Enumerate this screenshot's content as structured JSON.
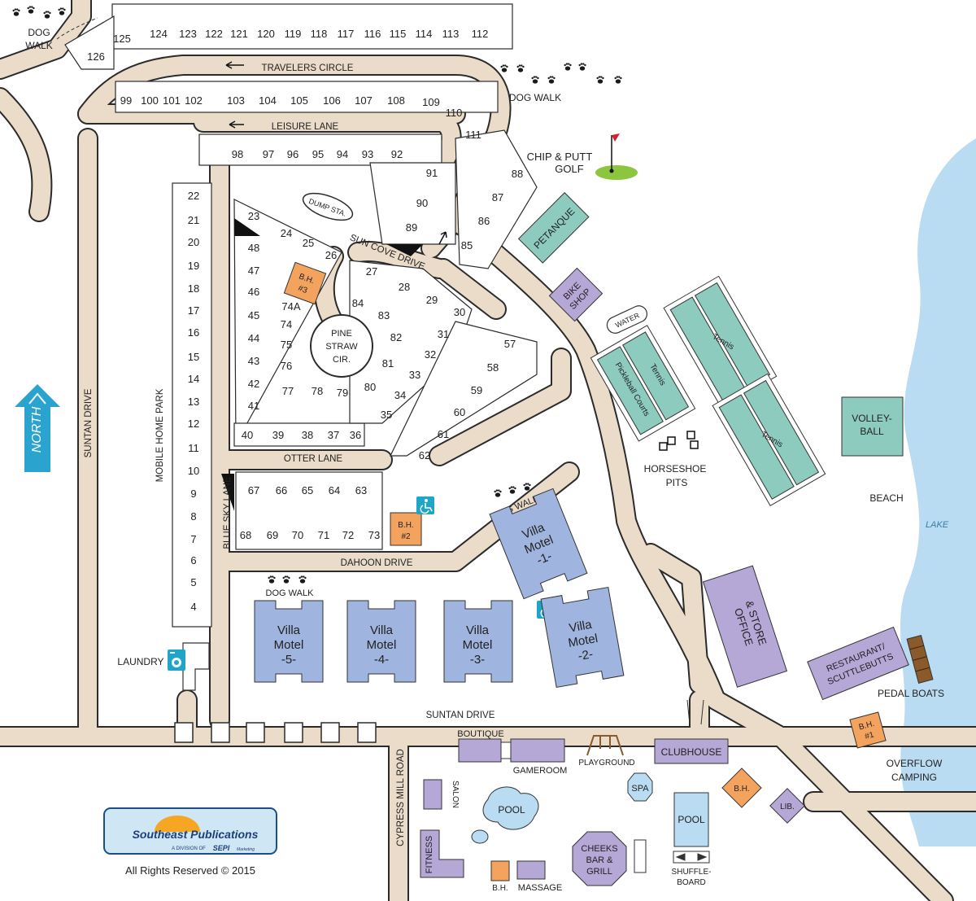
{
  "colors": {
    "road": "#eadcc9",
    "road_edge": "#2b2b2b",
    "lake": "#b9dcf2",
    "court": "#8ecbbf",
    "building_blue": "#9fb4de",
    "building_purple": "#b5a7d6",
    "bath_house": "#f3a35d",
    "putting_green": "#8cc63f",
    "flag": "#d6202b",
    "north_arrow": "#2aa3cf",
    "logo_box": "#cfe6f4",
    "logo_sun": "#f5a623",
    "accessible": "#1fa5c8"
  },
  "icons": {
    "north": "north-arrow-icon",
    "accessible": "wheelchair-icon",
    "laundry": "washing-machine-icon",
    "dog_walk": "paw-print-icon",
    "golf_flag": "golf-flag-icon",
    "playground": "swing-set-icon",
    "direction": "arrow-icon"
  },
  "streets": {
    "travelers_circle": "TRAVELERS CIRCLE",
    "leisure_lane": "LEISURE LANE",
    "sun_cove_drive": "SUN COVE DRIVE",
    "otter_lane": "OTTER LANE",
    "dahoon_drive": "DAHOON DRIVE",
    "suntan_drive_west": "SUNTAN DRIVE",
    "suntan_drive_south": "SUNTAN DRIVE",
    "blue_sky_lane": "BLUE SKY LANE",
    "cypress_mill_road": "CYPRESS MILL ROAD",
    "mobile_home_park": "MOBILE HOME PARK"
  },
  "north_label": "NORTH",
  "sites": {
    "top_row": [
      "125",
      "124",
      "123",
      "122",
      "121",
      "120",
      "119",
      "118",
      "117",
      "116",
      "115",
      "114",
      "113",
      "112"
    ],
    "site_126": "126",
    "travelers_inner": [
      "99",
      "100",
      "101",
      "102",
      "103",
      "104",
      "105",
      "106",
      "107",
      "108",
      "109",
      "110",
      "111"
    ],
    "leisure_row": [
      "98",
      "97",
      "96",
      "95",
      "94",
      "93",
      "92"
    ],
    "sun_cove_north": [
      "91",
      "90",
      "89"
    ],
    "east_column": [
      "88",
      "87",
      "86",
      "85"
    ],
    "mobile_home": [
      "22",
      "21",
      "20",
      "19",
      "18",
      "17",
      "16",
      "15",
      "14",
      "13",
      "12",
      "11",
      "10",
      "9",
      "8",
      "7",
      "6",
      "5",
      "4"
    ],
    "triangle_left": [
      "23",
      "48",
      "47",
      "46",
      "45",
      "44",
      "43",
      "42",
      "41"
    ],
    "triangle_bottom": [
      "40",
      "39",
      "38",
      "37",
      "36"
    ],
    "triangle_inner": [
      "24",
      "25",
      "26",
      "74A",
      "74",
      "75",
      "76",
      "77",
      "78",
      "79"
    ],
    "loop_inner": [
      "27",
      "28",
      "29",
      "30",
      "84",
      "83",
      "82",
      "81",
      "80",
      "31",
      "32",
      "33",
      "34",
      "35"
    ],
    "east_block": [
      "57",
      "58",
      "59",
      "60",
      "61",
      "62"
    ],
    "otter_top": [
      "67",
      "66",
      "65",
      "64",
      "63"
    ],
    "otter_bottom": [
      "68",
      "69",
      "70",
      "71",
      "72",
      "73"
    ]
  },
  "labels": {
    "dog_walk_nw_1": "DOG",
    "dog_walk_nw_2": "WALK",
    "dog_walk_ne": "DOG WALK",
    "dog_walk_villa1": "DOG WALK",
    "dog_walk_south": "DOG WALK",
    "dump_station": "DUMP STA.",
    "pine_straw_1": "PINE",
    "pine_straw_2": "STRAW",
    "pine_straw_3": "CIR.",
    "chip_putt_1": "CHIP & PUTT",
    "chip_putt_2": "GOLF",
    "petanque": "PETANQUE",
    "bike_shop_1": "BIKE",
    "bike_shop_2": "SHOP",
    "water": "WATER",
    "tennis": "Tennis",
    "pickleball": "Pickleball Courts",
    "horseshoe_1": "HORSESHOE",
    "horseshoe_2": "PITS",
    "volleyball_1": "VOLLEY-",
    "volleyball_2": "BALL",
    "beach": "BEACH",
    "lake": "LAKE",
    "office_store_1": "OFFICE",
    "office_store_2": "& STORE",
    "restaurant_1": "RESTAURANT/",
    "restaurant_2": "SCUTTLEBUTTS",
    "pedal_boats": "PEDAL BOATS",
    "overflow_1": "OVERFLOW",
    "overflow_2": "CAMPING",
    "laundry": "LAUNDRY",
    "bh": "B.H.",
    "bh1_num": "#1",
    "bh2_num": "#2",
    "bh3_num": "#3",
    "villa": "Villa",
    "motel": "Motel",
    "villa1_num": "-1-",
    "villa2_num": "-2-",
    "villa3_num": "-3-",
    "villa4_num": "-4-",
    "villa5_num": "-5-",
    "boutique": "BOUTIQUE",
    "gameroom": "GAMEROOM",
    "playground": "PLAYGROUND",
    "clubhouse": "CLUBHOUSE",
    "salon": "SALON",
    "pool": "POOL",
    "spa": "SPA",
    "lib": "LIB.",
    "fitness": "FITNESS",
    "massage": "MASSAGE",
    "cheeks_1": "CHEEKS",
    "cheeks_2": "BAR &",
    "cheeks_3": "GRILL",
    "shuffle_1": "SHUFFLE-",
    "shuffle_2": "BOARD"
  },
  "logo": {
    "name": "Southeast Publications",
    "tagline": "A DIVISION OF",
    "brand": "SEPI",
    "brand_sub": "Marketing"
  },
  "copyright": "All Rights Reserved © 2015"
}
